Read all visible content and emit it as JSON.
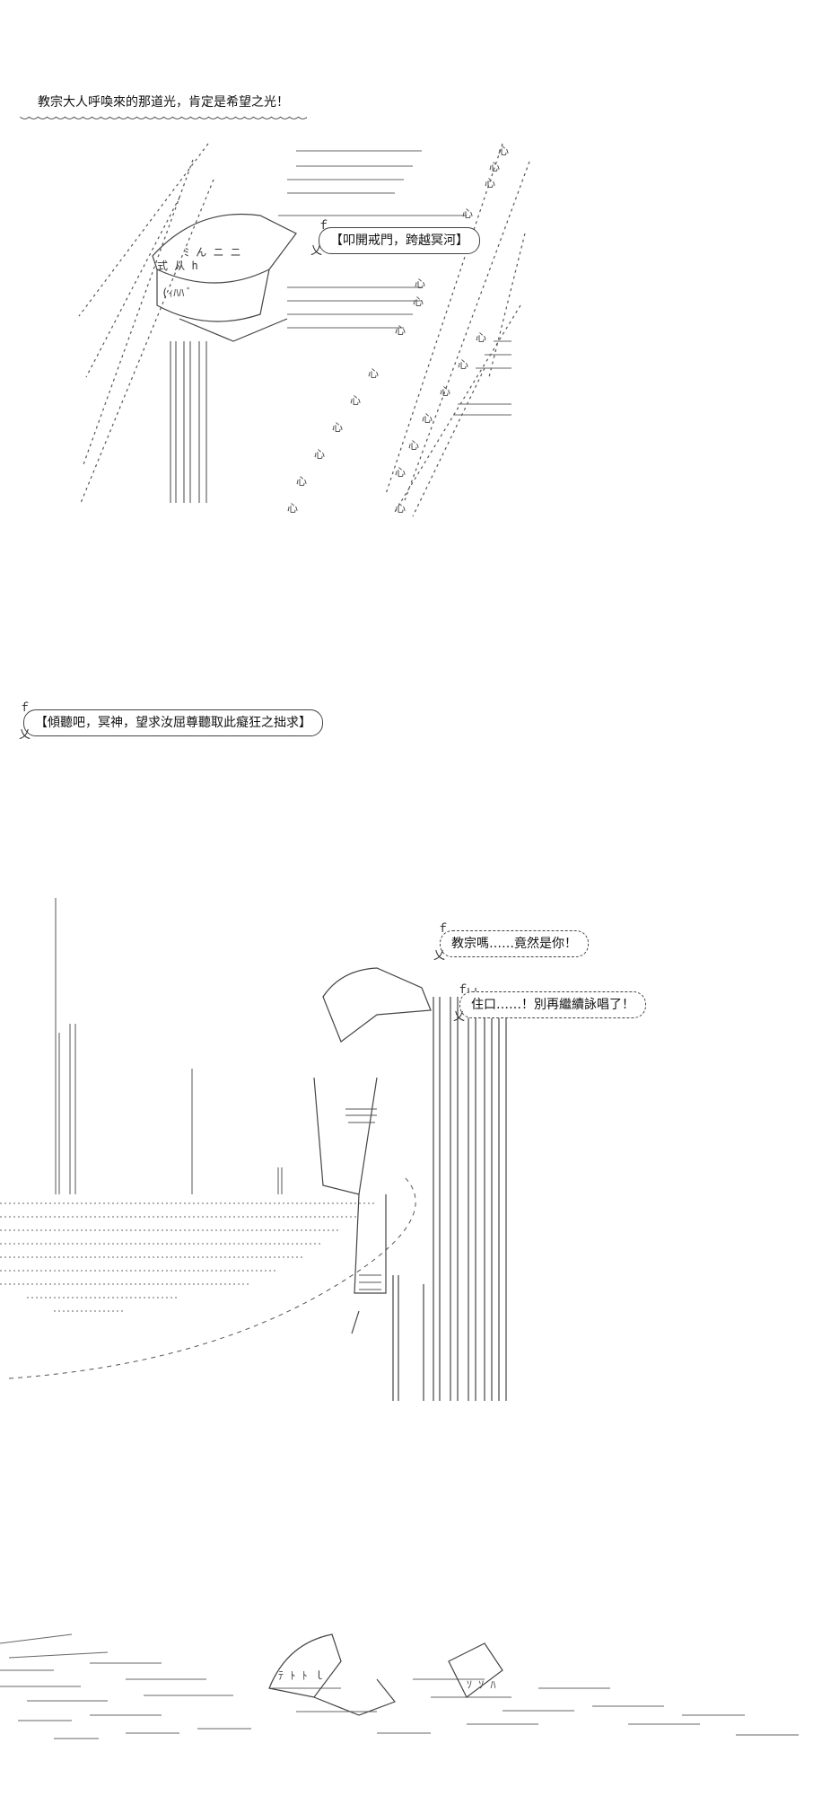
{
  "panel1": {
    "narration": "教宗大人呼喚來的那道光，肯定是希望之光！",
    "speech": "【叩開戒門，跨越冥河】"
  },
  "panel2": {
    "narration": "【傾聽吧，冥神，望求汝屈尊聽取此癡狂之拙求】"
  },
  "panel3": {
    "speech_1": "教宗嗎……竟然是你！",
    "speech_2": "住口……！別再繼續詠唱了！"
  },
  "bubble_tail_glyph": "ｆ",
  "bubble_end_glyph": "乂"
}
